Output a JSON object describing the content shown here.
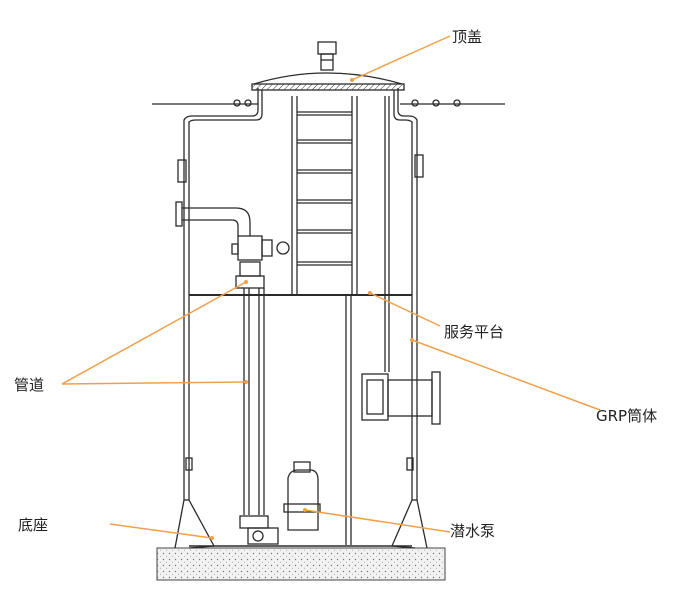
{
  "labels": {
    "top_cover": "顶盖",
    "service_platform": "服务平台",
    "pipe": "管道",
    "grp_barrel": "GRP筒体",
    "base": "底座",
    "submersible_pump": "潜水泵"
  },
  "colors": {
    "line": "#2b2b2b",
    "leader": "#f0a04a",
    "concrete_fill": "#e9e9e9"
  }
}
